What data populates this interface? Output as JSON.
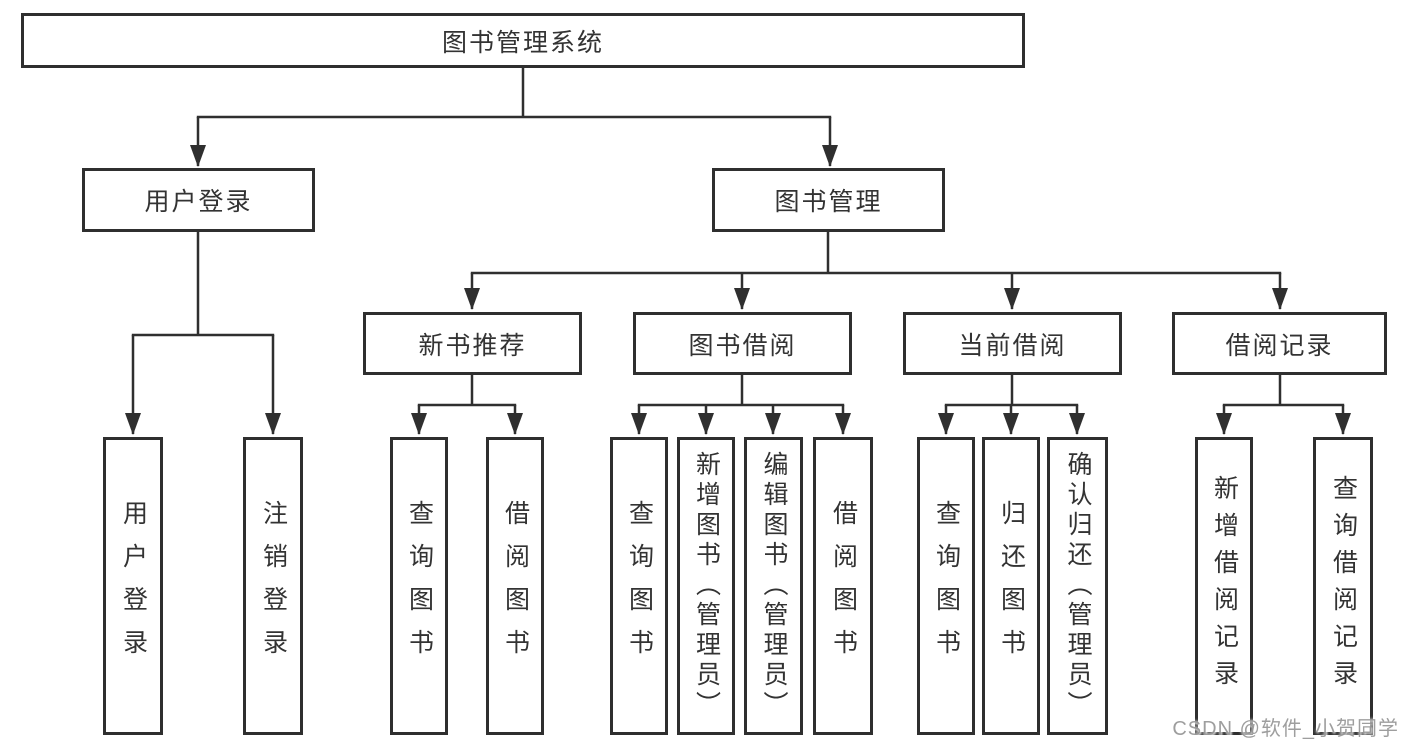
{
  "tree": {
    "label": "图书管理系统",
    "children": [
      {
        "label": "用户登录",
        "children": [
          {
            "label": "用户登录"
          },
          {
            "label": "注销登录"
          }
        ]
      },
      {
        "label": "图书管理",
        "children": [
          {
            "label": "新书推荐",
            "children": [
              {
                "label": "查询图书"
              },
              {
                "label": "借阅图书"
              }
            ]
          },
          {
            "label": "图书借阅",
            "children": [
              {
                "label": "查询图书"
              },
              {
                "label": "新增图书（管理员）"
              },
              {
                "label": "编辑图书（管理员）"
              },
              {
                "label": "借阅图书"
              }
            ]
          },
          {
            "label": "当前借阅",
            "children": [
              {
                "label": "查询图书"
              },
              {
                "label": "归还图书"
              },
              {
                "label": "确认归还（管理员）"
              }
            ]
          },
          {
            "label": "借阅记录",
            "children": [
              {
                "label": "新增借阅记录"
              },
              {
                "label": "查询借阅记录"
              }
            ]
          }
        ]
      }
    ]
  },
  "watermark": {
    "text": "CSDN @软件_小贺同学"
  },
  "colors": {
    "line": "#2f2f2f",
    "text": "#333333",
    "background": "#ffffff",
    "watermark": "#949494"
  }
}
